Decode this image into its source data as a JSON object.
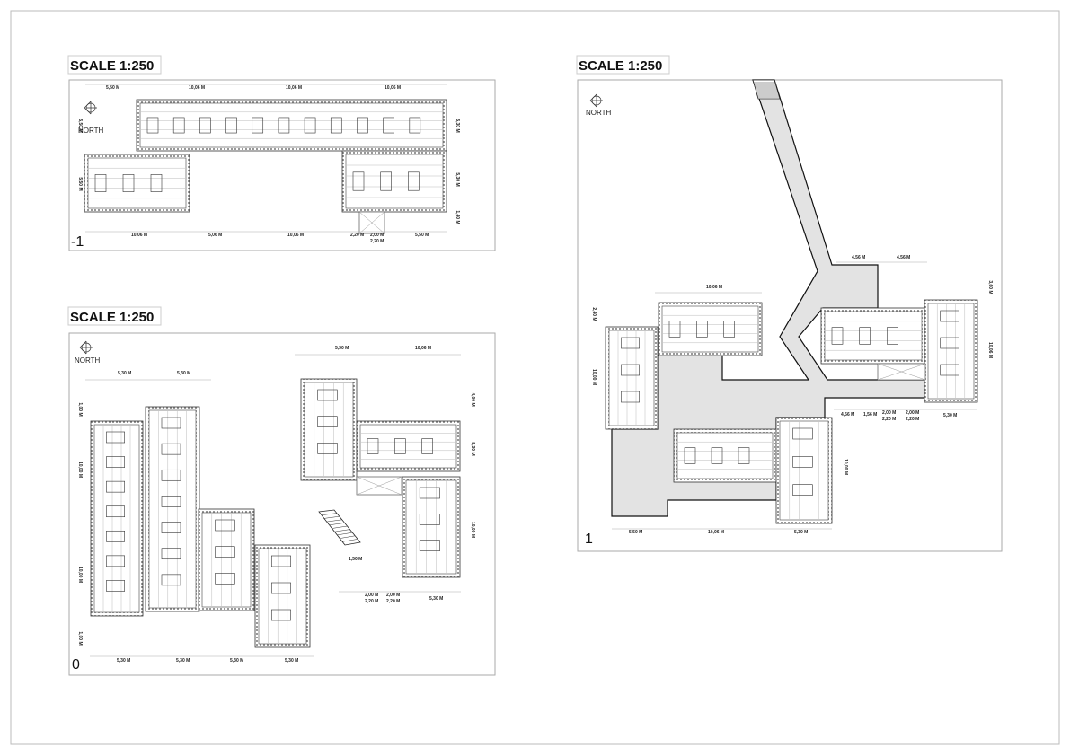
{
  "plans": [
    {
      "scale_label": "SCALE 1:250",
      "level": "-1",
      "north_label": "NORTH",
      "dims": [
        "5,50 M",
        "10,06 M",
        "10,06 M",
        "10,06 M",
        "5,50 M",
        "5,50 M",
        "5,30 M",
        "5,30 M",
        "1,40 M",
        "10,06 M",
        "5,06 M",
        "10,06 M",
        "2,20 M",
        "2,00 M",
        "2,20 M",
        "5,50 M"
      ]
    },
    {
      "scale_label": "SCALE 1:250",
      "level": "0",
      "north_label": "NORTH",
      "dims": [
        "5,30 M",
        "10,06 M",
        "5,30 M",
        "5,30 M",
        "1,00 M",
        "10,00 M",
        "10,00 M",
        "1,00 M",
        "4,00 M",
        "5,30 M",
        "10,00 M",
        "1,50 M",
        "2,00 M",
        "2,20 M",
        "2,00 M",
        "2,20 M",
        "5,30 M",
        "5,30 M",
        "5,30 M",
        "5,30 M",
        "5,30 M"
      ]
    },
    {
      "scale_label": "SCALE 1:250",
      "level": "1",
      "north_label": "NORTH",
      "dims": [
        "4,56 M",
        "4,56 M",
        "10,06 M",
        "2,40 M",
        "10,00 M",
        "3,60 M",
        "10,06 M",
        "4,56 M",
        "1,56 M",
        "2,00 M",
        "2,20 M",
        "2,00 M",
        "2,20 M",
        "5,30 M",
        "10,00 M",
        "5,50 M",
        "10,06 M",
        "5,30 M"
      ]
    }
  ],
  "colors": {
    "corridor": "#e3e3e3",
    "wall": "#555555",
    "frame": "#bbbbbb"
  }
}
